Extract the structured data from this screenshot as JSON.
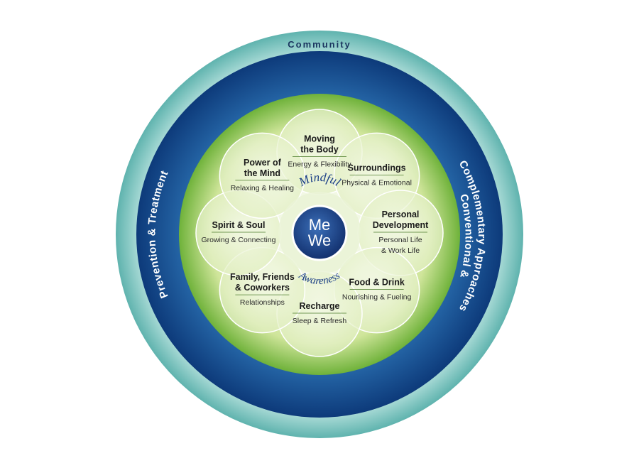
{
  "rings": {
    "outer_label": "Community",
    "left_label": "Prevention & Treatment",
    "right_label_line1": "Conventional &",
    "right_label_line2": "Complementary Approaches"
  },
  "center": {
    "line1": "Me",
    "line2": "We",
    "arc_top": "Mindful",
    "arc_bottom": "Awareness"
  },
  "petals": [
    {
      "key": "moving",
      "title_lines": [
        "Moving",
        "the Body"
      ],
      "sub_lines": [
        "Energy & Flexibility"
      ]
    },
    {
      "key": "surroundings",
      "title_lines": [
        "Surroundings"
      ],
      "sub_lines": [
        "Physical & Emotional"
      ]
    },
    {
      "key": "personal",
      "title_lines": [
        "Personal",
        "Development"
      ],
      "sub_lines": [
        "Personal Life",
        "& Work Life"
      ]
    },
    {
      "key": "food",
      "title_lines": [
        "Food & Drink"
      ],
      "sub_lines": [
        "Nourishing & Fueling"
      ]
    },
    {
      "key": "recharge",
      "title_lines": [
        "Recharge"
      ],
      "sub_lines": [
        "Sleep & Refresh"
      ]
    },
    {
      "key": "family",
      "title_lines": [
        "Family, Friends",
        "& Coworkers"
      ],
      "sub_lines": [
        "Relationships"
      ]
    },
    {
      "key": "spirit",
      "title_lines": [
        "Spirit & Soul"
      ],
      "sub_lines": [
        "Growing & Connecting"
      ]
    },
    {
      "key": "power",
      "title_lines": [
        "Power of",
        "the Mind"
      ],
      "sub_lines": [
        "Relaxing & Healing"
      ]
    }
  ],
  "colors": {
    "outer_ring": "#9fd6d2",
    "outer_ring_edge": "#5fb3ae",
    "blue_ring": "#0f3f7f",
    "blue_ring_light": "#1e5fa3",
    "green_ring": "#7dbb3f",
    "green_inner": "#d9eaa8",
    "petal_fill": "#eef5dc",
    "petal_edge": "#ffffff",
    "center_fill": "#1b3f86",
    "ring_text_dark": "#1b3660",
    "ring_text_light": "#ffffff",
    "divider": "#4a7a2a"
  }
}
